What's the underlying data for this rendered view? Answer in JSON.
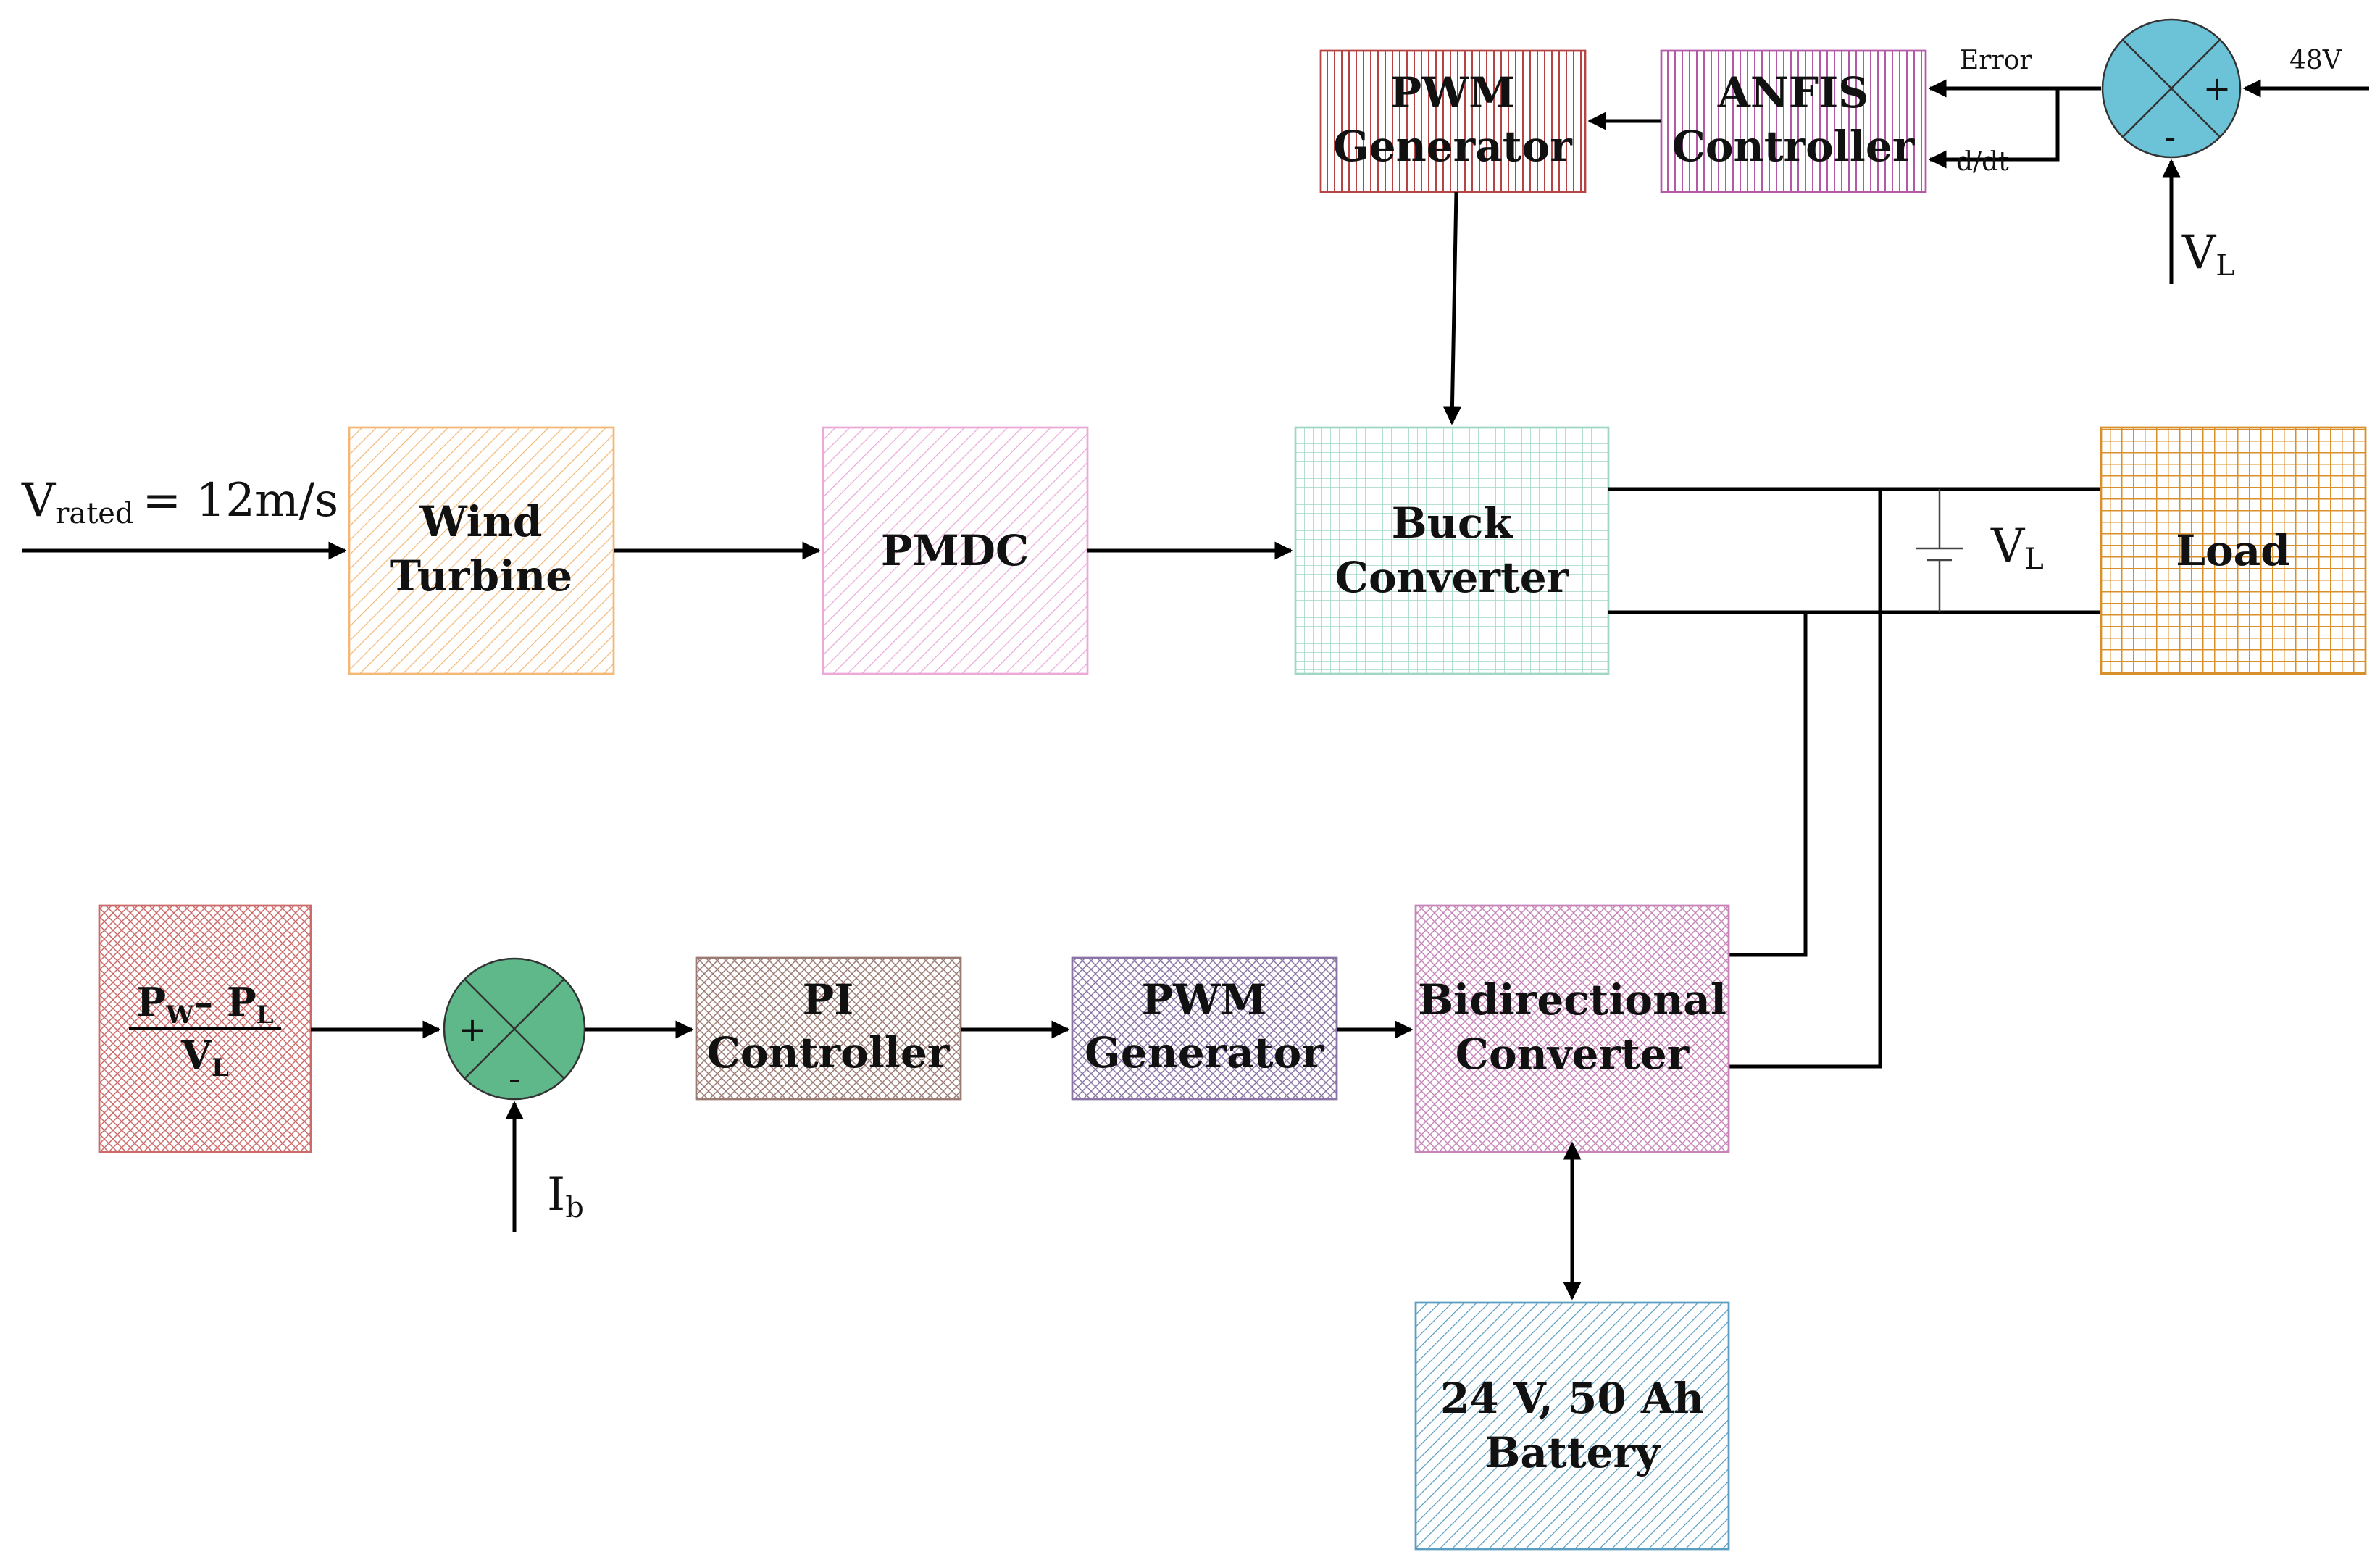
{
  "blocks": {
    "wind_turbine": {
      "line1": "Wind",
      "line2": "Turbine"
    },
    "pmdc": {
      "label": "PMDC"
    },
    "buck_converter": {
      "line1": "Buck",
      "line2": "Converter"
    },
    "load": {
      "label": "Load"
    },
    "pwm_generator_top": {
      "line1": "PWM",
      "line2": "Generator"
    },
    "anfis_controller": {
      "line1": "ANFIS",
      "line2": "Controller"
    },
    "power_ratio": {
      "num_p": "P",
      "num_w": "W",
      "num_minus": "– P",
      "num_l": "L",
      "den_v": "V",
      "den_l": "L"
    },
    "pi_controller": {
      "line1": "PI",
      "line2": "Controller"
    },
    "pwm_generator_bottom": {
      "line1": "PWM",
      "line2": "Generator"
    },
    "bidirectional_converter": {
      "line1": "Bidirectional",
      "line2": "Converter"
    },
    "battery": {
      "line1": "24 V, 50 Ah",
      "line2": "Battery"
    }
  },
  "labels": {
    "v_rated_main": "V",
    "v_rated_sub": "rated",
    "v_rated_value": "= 12m/s",
    "error": "Error",
    "ddt": "d/dt",
    "setpoint": "48V",
    "vl_top_main": "V",
    "vl_top_sub": "L",
    "vl_cap_main": "V",
    "vl_cap_sub": "L",
    "ib_main": "I",
    "ib_sub": "b"
  },
  "summing_junctions": {
    "top": {
      "plus": "+",
      "minus": "-"
    },
    "bottom": {
      "plus": "+",
      "minus": "-"
    }
  },
  "colors": {
    "wind_turbine": "#f3b878",
    "pmdc": "#eba9d8",
    "buck_converter": "#9fd7c4",
    "load": "#d98f2a",
    "pwm_top": "#b54545",
    "anfis": "#b25aa5",
    "power_ratio": "#cc6a6a",
    "pi": "#9a7a72",
    "pwm_bottom": "#8a74a5",
    "bidirectional": "#c684b8",
    "battery": "#5a9dc0",
    "sum_top": "#6cc3d8",
    "sum_bottom": "#5fb88a"
  }
}
